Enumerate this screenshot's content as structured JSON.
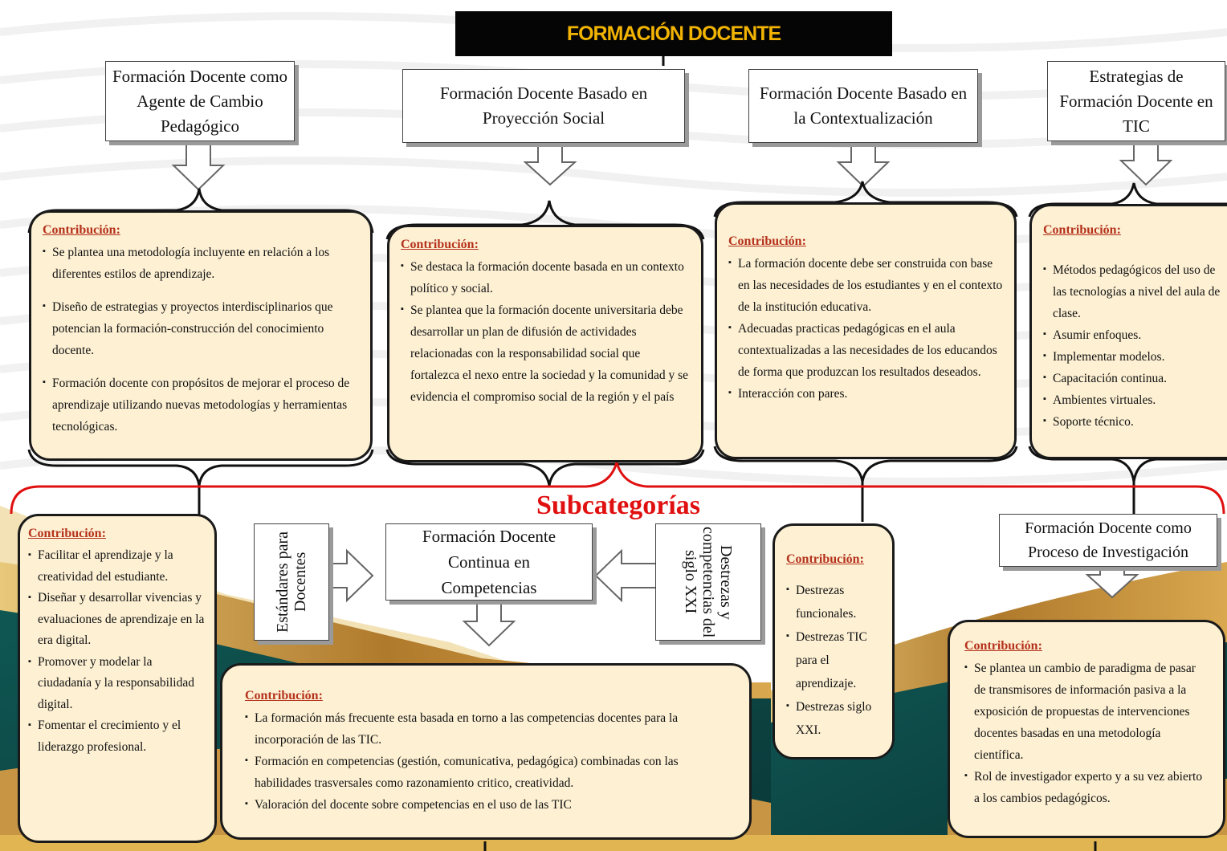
{
  "title": "FORMACIÓN DOCENTE",
  "subcategories_label": "Subcategorías",
  "contribution_label": "Contribución:",
  "categories": [
    {
      "title": "Formación Docente como Agente de Cambio Pedagógico"
    },
    {
      "title": "Formación Docente Basado en Proyección Social"
    },
    {
      "title": "Formación Docente Basado en la Contextualización"
    },
    {
      "title": "Estrategias de Formación Docente en TIC"
    }
  ],
  "top_contributions": [
    {
      "items": [
        "Se plantea una metodología incluyente en relación a los diferentes estilos de aprendizaje.",
        "Diseño de estrategias y proyectos interdisciplinarios que potencian la formación-construcción del conocimiento docente.",
        "Formación docente con propósitos de mejorar el proceso de aprendizaje utilizando nuevas metodologías y herramientas tecnológicas."
      ]
    },
    {
      "items": [
        "Se destaca la formación docente basada en un contexto político y social.",
        "Se plantea que la formación docente universitaria debe desarrollar un plan de difusión de actividades relacionadas con la responsabilidad social que fortalezca el nexo entre la sociedad y la comunidad y se evidencia el compromiso social de la región y el país"
      ]
    },
    {
      "items": [
        "La formación docente debe ser construida con base en las necesidades de los estudiantes y en el contexto de la institución educativa.",
        "Adecuadas practicas pedagógicas en el aula contextualizadas a las necesidades de los educandos de forma que produzcan los resultados deseados.",
        "Interacción con pares."
      ]
    },
    {
      "items": [
        "Métodos pedagógicos del uso de las tecnologías a nivel del aula de clase.",
        "Asumir enfoques.",
        "Implementar modelos.",
        "Capacitación continua.",
        "Ambientes virtuales.",
        "Soporte técnico."
      ]
    }
  ],
  "bottom": {
    "left_contribution": {
      "items": [
        "Facilitar el aprendizaje y la creatividad del estudiante.",
        "Diseñar y desarrollar vivencias y evaluaciones de aprendizaje en la era digital.",
        "Promover y modelar la ciudadanía y la responsabilidad digital.",
        "Fomentar el crecimiento y el liderazgo profesional."
      ]
    },
    "standards_label": "Estándares para Docentes",
    "center_title": "Formación Docente Continua en Competencias",
    "skills_label": "Destrezas y competencias del siglo XXI",
    "center_contribution": {
      "items": [
        "La formación más frecuente esta basada en torno a las competencias docentes para la incorporación de las TIC.",
        "Formación en competencias (gestión, comunicativa, pedagógica) combinadas con las habilidades trasversales como razonamiento critico, creatividad.",
        "Valoración del docente sobre competencias en el uso de las TIC"
      ]
    },
    "skills_contribution": {
      "items": [
        "Destrezas funcionales.",
        "Destrezas TIC para el aprendizaje.",
        "Destrezas siglo XXI."
      ]
    },
    "research_title": "Formación Docente como Proceso de Investigación",
    "research_contribution": {
      "items": [
        "Se plantea un cambio de paradigma de pasar de transmisores de información pasiva a la exposición de propuestas de intervenciones docentes basadas en una metodología científica.",
        "Rol de investigador experto y a su vez abierto a los cambios pedagógicos."
      ]
    }
  },
  "colors": {
    "title_bg": "#050505",
    "title_text": "#f2b400",
    "contribution_text": "#b5321c",
    "box_fill": "#fdf0d3",
    "bracket": "#e01010",
    "teal": "#0e4a4a",
    "gold": "#b7832f"
  }
}
